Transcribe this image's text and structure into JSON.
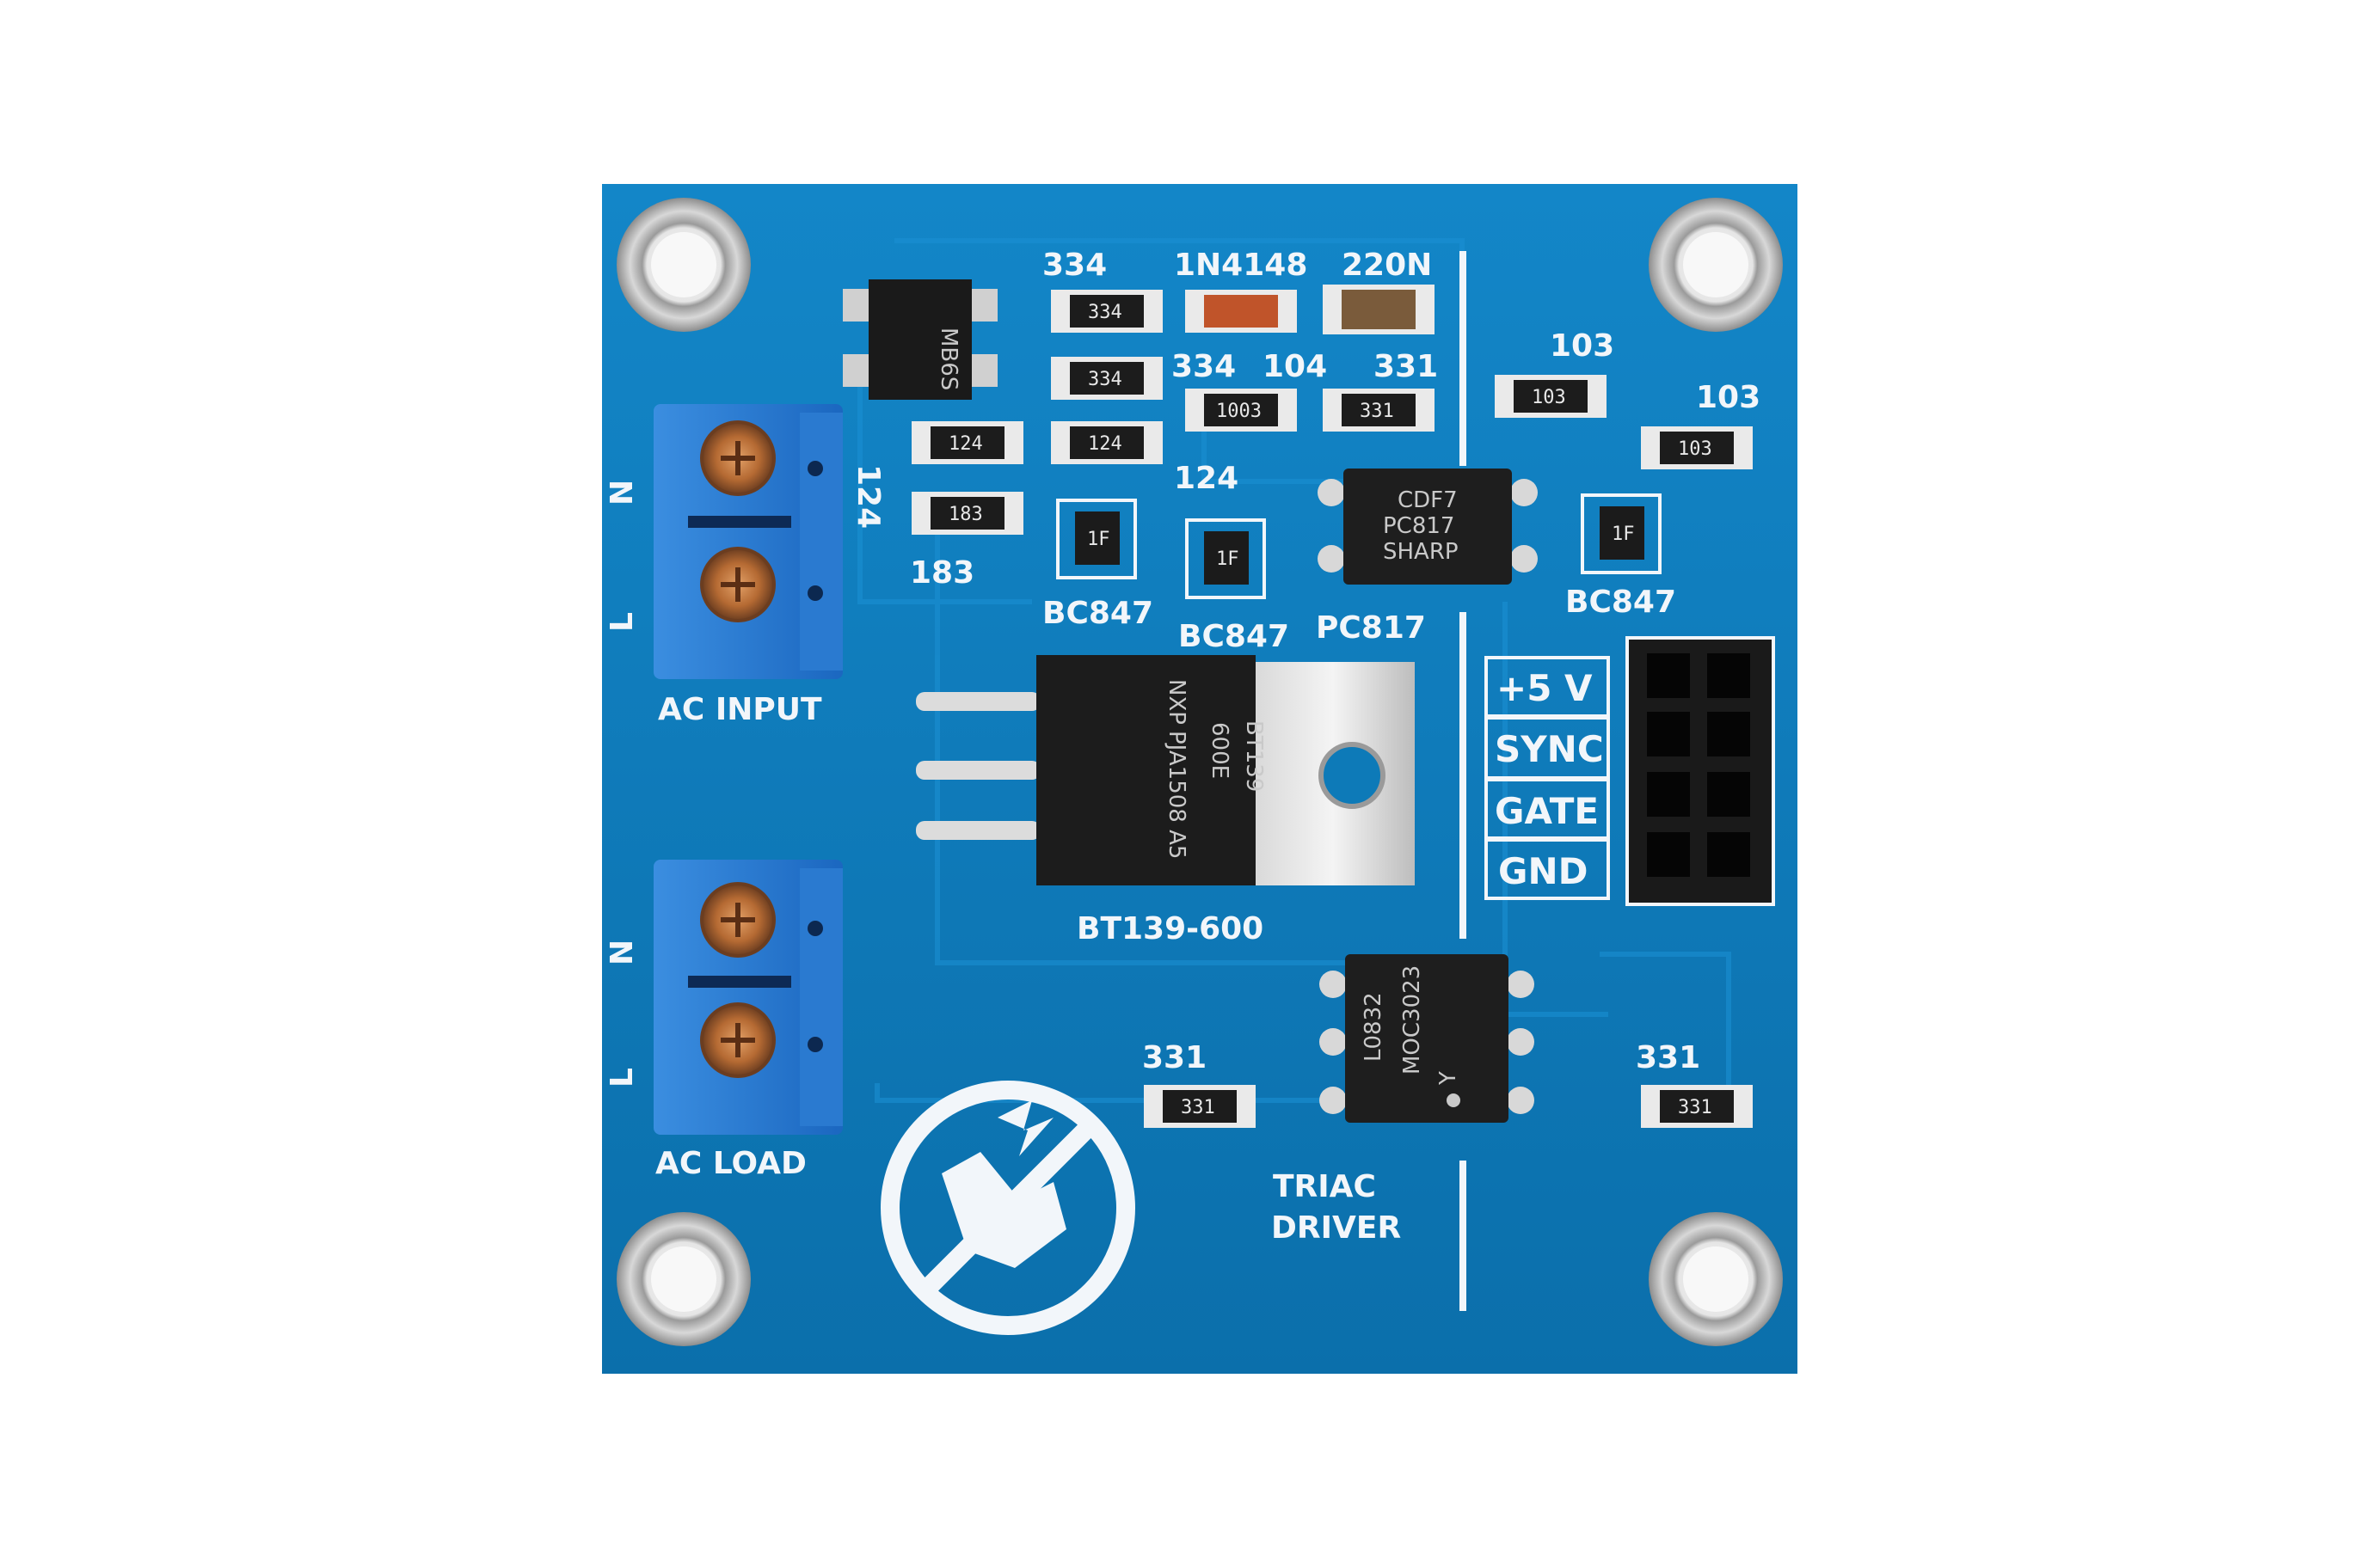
{
  "board": {
    "pcb_color": "#0d7ab8",
    "silkscreen_color": "#f2f6fa"
  },
  "labels": {
    "bridge_top_label": "334",
    "bridge_mark": "MB6S",
    "diode_label": "1N4148",
    "cap_label": "220N",
    "r_334_b": "334",
    "r_104": "104",
    "r_331_top": "331",
    "r_103_a": "103",
    "r_103_b": "103",
    "r_124_a": "124",
    "r_124_b": "124",
    "r_183": "183",
    "t_bc847_a": "BC847",
    "t_bc847_b": "BC847",
    "t_bc847_c": "BC847",
    "pc817": "PC817",
    "triac": "BT139-600",
    "r_331_left": "331",
    "r_331_right": "331",
    "ac_input": "AC INPUT",
    "ac_load": "AC LOAD",
    "n_in": "N",
    "l_in": "L",
    "n_out": "N",
    "l_out": "L",
    "triac_driver_1": "TRIAC",
    "triac_driver_2": "DRIVER"
  },
  "header_pins": [
    "+5 V",
    "SYNC",
    "GATE",
    "GND"
  ],
  "smd": {
    "334a": "334",
    "334b": "334",
    "124a": "124",
    "124b": "124",
    "183": "183",
    "1003": "1003",
    "331a": "331",
    "103a": "103",
    "103b": "103",
    "331b": "331",
    "331c": "331",
    "bc_mark": "1F"
  },
  "chip_marks": {
    "optocoupler_1": "CDF7",
    "optocoupler_2": "PC817",
    "optocoupler_3": "SHARP",
    "triac_brand": "NXP",
    "triac_1": "BT139",
    "triac_2": "600E",
    "triac_3": "PJA1508 A5",
    "moc_1": "L0832",
    "moc_2": "MOC3023",
    "moc_3": "Y"
  }
}
